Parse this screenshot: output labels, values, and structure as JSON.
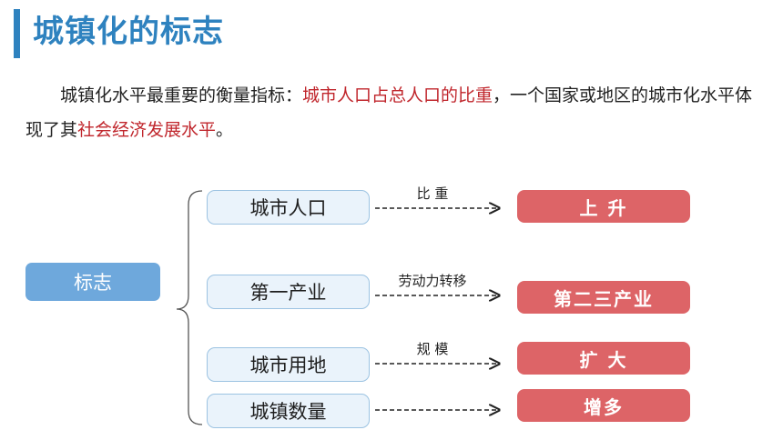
{
  "header": {
    "title": "城镇化的标志"
  },
  "paragraph": {
    "part1": "城镇化水平最重要的衡量指标：",
    "highlight1": "城市人口占总人口的比重",
    "part2": "，一个国家或地区的城市化水平体现了其",
    "highlight2": "社会经济发展水平",
    "part3": "。"
  },
  "colors": {
    "accent": "#2e82bf",
    "highlight": "#c0262c",
    "result_box": "#dd6467",
    "root_box": "#6ea8dc"
  },
  "diagram": {
    "root": "标志",
    "rows": [
      {
        "item": "城市人口",
        "edge": "比 重",
        "result": "上 升"
      },
      {
        "item": "第一产业",
        "edge": "劳动力转移",
        "result": "第二三产业"
      },
      {
        "item": "城市用地",
        "edge": "规 模",
        "result": "扩 大"
      },
      {
        "item": "城镇数量",
        "edge": "",
        "result": "增多"
      }
    ]
  }
}
